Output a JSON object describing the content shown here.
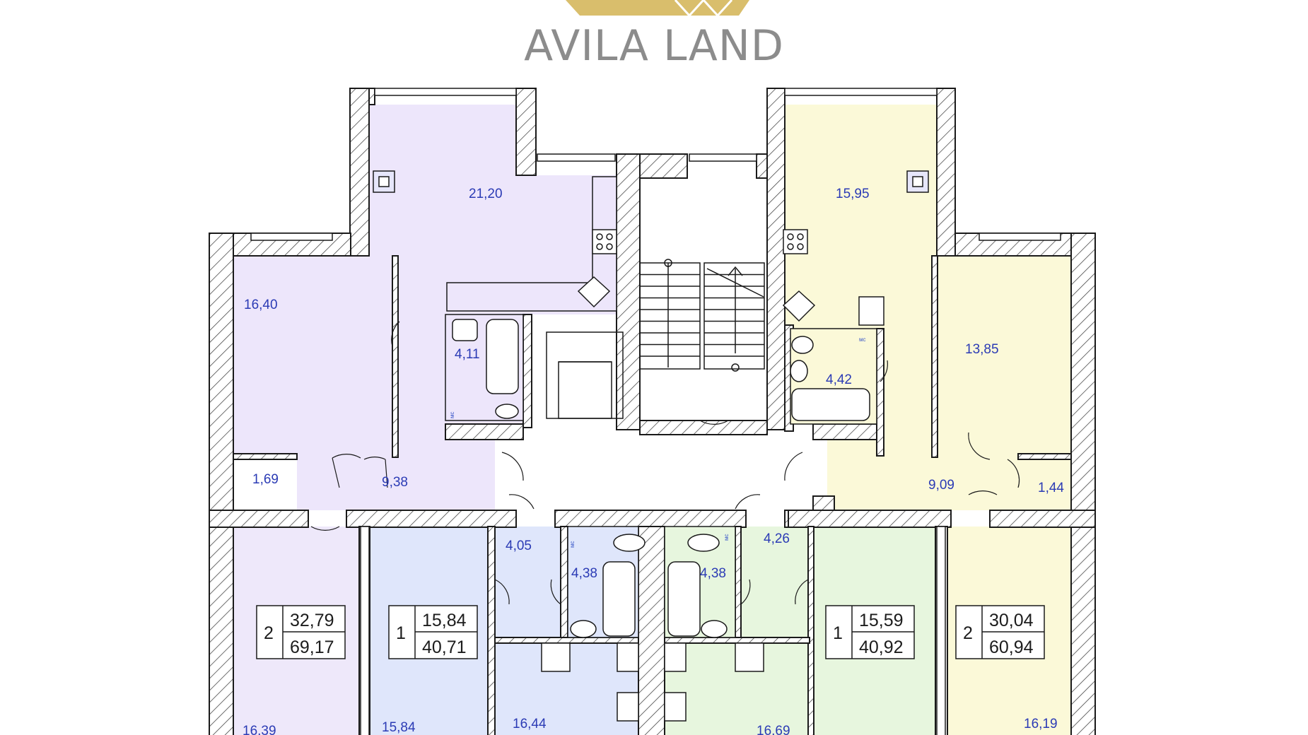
{
  "brand": {
    "name": "AVILA LAND",
    "logo_color": "#d9be6c",
    "text_color": "#8c8c8c"
  },
  "colors": {
    "wall_fill": "#ffffff",
    "wall_stroke": "#1a1a1a",
    "area_text": "#2b3bb5",
    "lavender": "#ede6fb",
    "light_yellow": "#fbf9d8",
    "light_blue": "#dfe6fb",
    "light_green": "#e7f6de",
    "light_lavender": "#eee8fa"
  },
  "rooms": {
    "top_left_kitchen": "21,20",
    "top_left_bedroom": "16,40",
    "top_left_bath": "4,11",
    "top_left_balcony": "1,69",
    "top_left_hall": "9,38",
    "top_right_kitchen": "15,95",
    "top_right_bedroom": "13,85",
    "top_right_bath": "4,42",
    "top_right_hall": "9,09",
    "top_right_balcony": "1,44",
    "bottom_left_room": "16,39",
    "b1_room": "15,84",
    "b1_hall": "4,05",
    "b1_bath": "4,38",
    "b1_kitchen": "16,44",
    "b2_bath": "4,38",
    "b2_hall": "4,26",
    "b2_kitchen": "16,69",
    "bottom_right_room": "16,19"
  },
  "apartments": [
    {
      "rooms": "2",
      "living": "32,79",
      "total": "69,17"
    },
    {
      "rooms": "1",
      "living": "15,84",
      "total": "40,71"
    },
    {
      "rooms": "1",
      "living": "15,59",
      "total": "40,92"
    },
    {
      "rooms": "2",
      "living": "30,04",
      "total": "60,94"
    }
  ],
  "labels": {
    "wc": "мс"
  }
}
